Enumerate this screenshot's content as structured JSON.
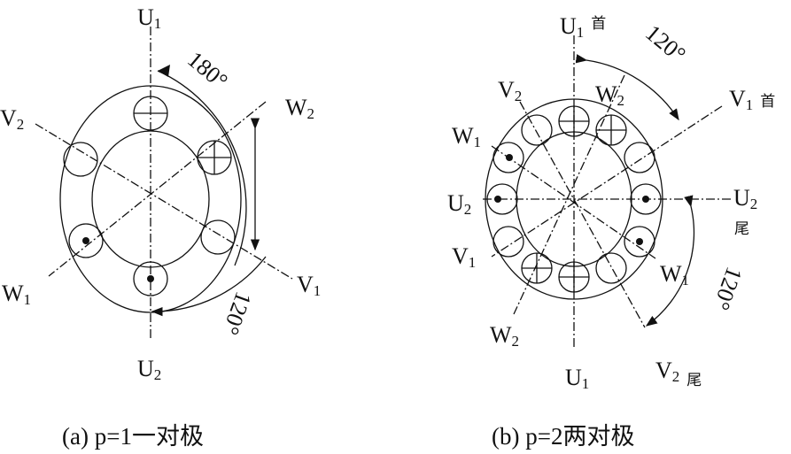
{
  "left": {
    "caption": "(a) p=1一对极",
    "labels": {
      "U1": "U",
      "U1s": "1",
      "U2": "U",
      "U2s": "2",
      "V1": "V",
      "V1s": "1",
      "V2": "V",
      "V2s": "2",
      "W1": "W",
      "W1s": "1",
      "W2": "W",
      "W2s": "2"
    },
    "angle_top": "180°",
    "angle_right": "120°"
  },
  "right": {
    "caption": "(b) p=2两对极",
    "labels": {
      "U1": "U",
      "U1s": "1",
      "U1cn": "首",
      "V1": "V",
      "V1s": "1",
      "V1cn": "首",
      "U2": "U",
      "U2s": "2",
      "U2cn": "尾",
      "V2": "V",
      "V2s": "2",
      "V2cn": "尾",
      "W1": "W",
      "W1s": "1",
      "W2p": "W",
      "W2ps": "2",
      "V2p": "V",
      "V2ps": "2",
      "W1p": "W",
      "W1ps": "1",
      "U2p": "U",
      "U2ps": "2",
      "V1p": "V",
      "V1ps": "1",
      "W2": "W",
      "W2s": "2",
      "U1p": "U",
      "U1ps": "1"
    },
    "angle_top": "120°",
    "angle_right": "120°"
  }
}
